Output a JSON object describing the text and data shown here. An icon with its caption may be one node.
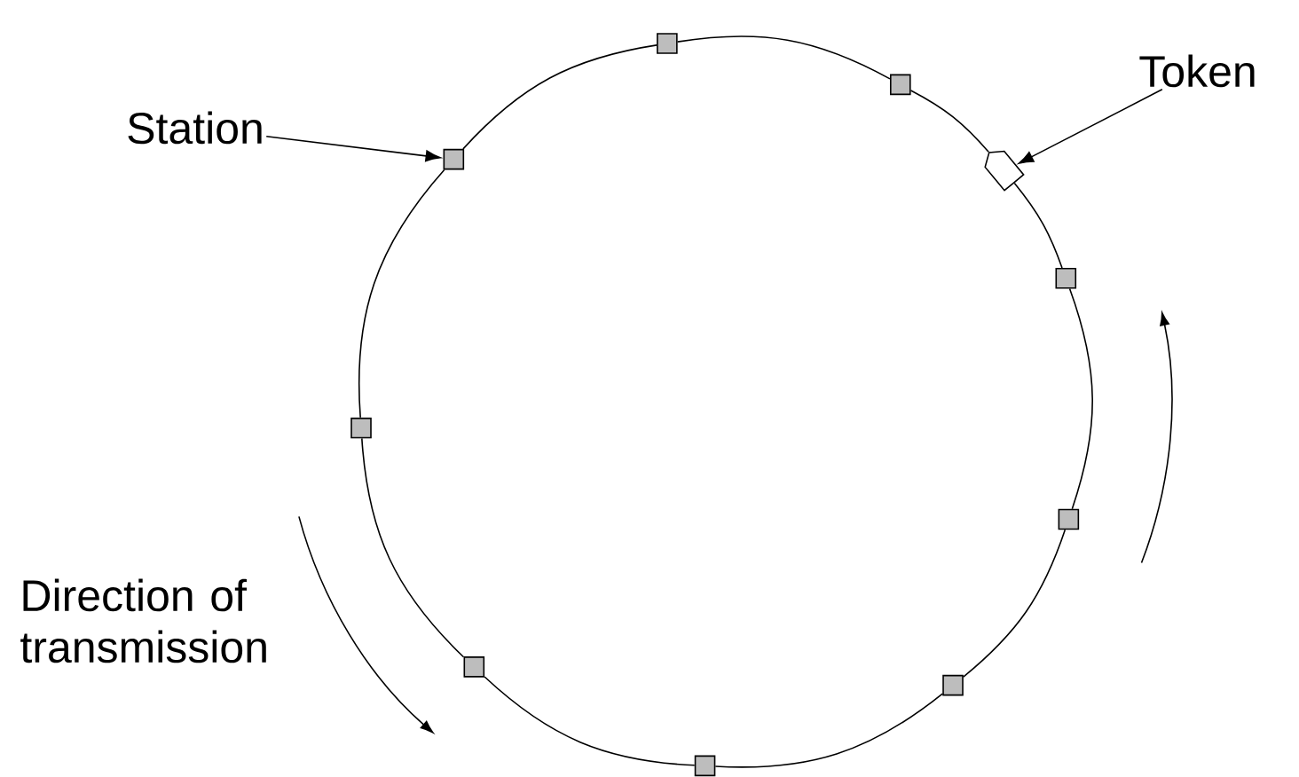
{
  "diagram": {
    "nodes": [
      {
        "text": [
          "Station"
        ]
      },
      {
        "text": [
          "Token"
        ]
      },
      {
        "text": [],
        "shape": "box"
      },
      {
        "text": [],
        "shape": "box"
      },
      {
        "text": [],
        "shape": "pentagon"
      },
      {
        "text": [],
        "shape": "box"
      },
      {
        "text": [],
        "shape": "box"
      },
      {
        "text": [],
        "shape": "box"
      },
      {
        "text": [],
        "shape": "box"
      },
      {
        "text": [],
        "shape": "box"
      },
      {
        "text": [],
        "shape": "box"
      },
      {
        "text": [],
        "shape": "box"
      }
    ],
    "edges": [
      {
        "from": 0,
        "to": 11,
        "arrow": "to"
      },
      {
        "from": 1,
        "to": 4,
        "arrow": "to"
      },
      {
        "from": 2,
        "to": 3,
        "arrow": "none"
      },
      {
        "from": 3,
        "to": 4,
        "arrow": "none"
      },
      {
        "from": 4,
        "to": 5,
        "arrow": "none"
      },
      {
        "from": 5,
        "to": 6,
        "arrow": "none"
      },
      {
        "from": 6,
        "to": 7,
        "arrow": "none"
      },
      {
        "from": 7,
        "to": 8,
        "arrow": "none"
      },
      {
        "from": 8,
        "to": 9,
        "arrow": "none"
      },
      {
        "from": 9,
        "to": 10,
        "arrow": "none"
      },
      {
        "from": 10,
        "to": 11,
        "arrow": "none"
      },
      {
        "from": 11,
        "to": 2,
        "arrow": "none"
      }
    ],
    "labels": [
      "Direction of transmission"
    ]
  }
}
